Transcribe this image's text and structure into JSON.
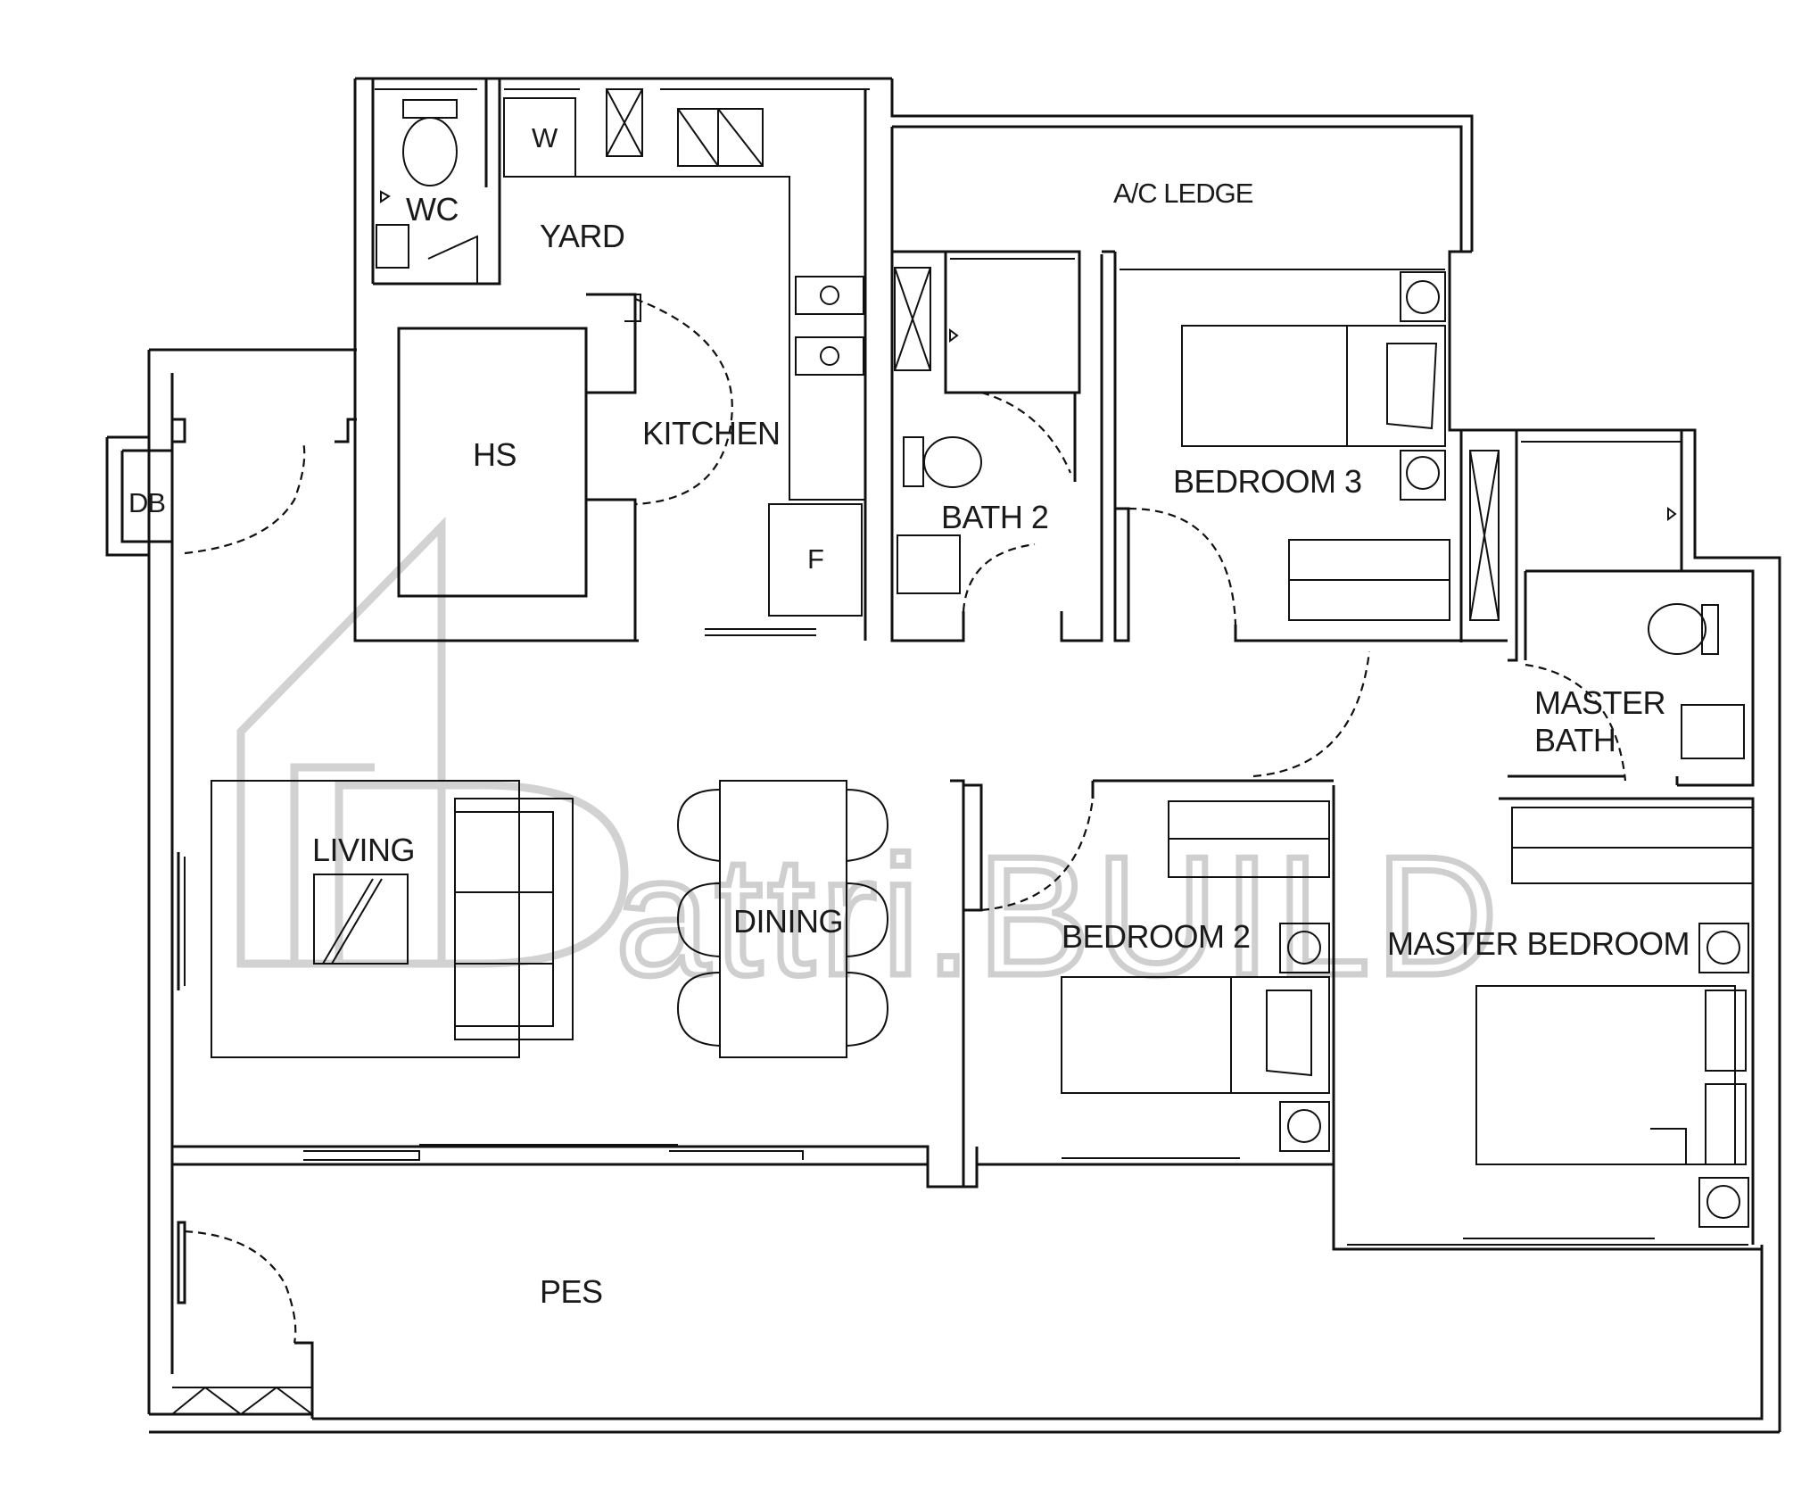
{
  "rooms": {
    "wc": "WC",
    "w": "W",
    "yard": "YARD",
    "ac_ledge": "A/C LEDGE",
    "hs": "HS",
    "kitchen": "KITCHEN",
    "db": "DB",
    "f": "F",
    "bath2": "BATH 2",
    "bedroom3": "BEDROOM 3",
    "master_bath_line1": "MASTER",
    "master_bath_line2": "BATH",
    "living": "LIVING",
    "dining": "DINING",
    "bedroom2": "BEDROOM 2",
    "master_bedroom": "MASTER BEDROOM",
    "pes": "PES"
  },
  "watermark": {
    "text": "attri.BUILD"
  }
}
